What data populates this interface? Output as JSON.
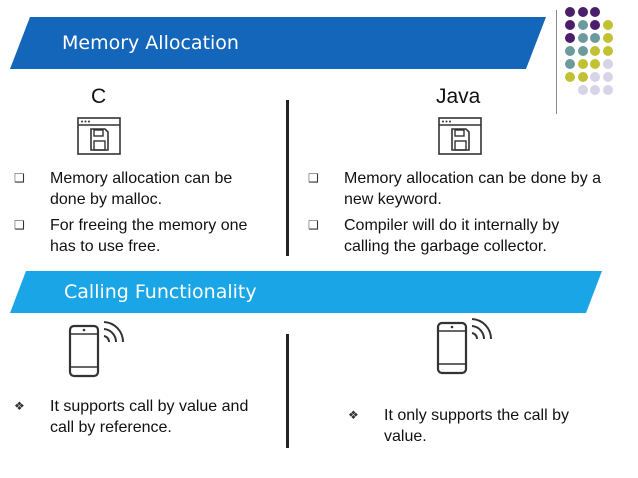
{
  "slide": {
    "section1_title": "Memory Allocation",
    "section2_title": "Calling Functionality",
    "left_heading": "C",
    "right_heading": "Java",
    "left_memory_bullets": [
      "Memory allocation can be done by malloc.",
      "For freeing the memory one has to use free."
    ],
    "right_memory_bullets": [
      "Memory allocation can be done by a new keyword.",
      "Compiler will do it internally by calling the garbage collector."
    ],
    "left_call_bullets": [
      "It supports call by value and call by reference."
    ],
    "right_call_bullets": [
      "It only supports the call by value."
    ],
    "bullet_mark_square": "❑",
    "bullet_mark_diamond": "❖"
  },
  "icons": {
    "memory": "floppy-window-icon",
    "call": "phone-signal-icon"
  },
  "colors": {
    "banner_dark": "#1366b9",
    "banner_light": "#1aa5e6",
    "purple": "#4a1e6b",
    "teal": "#6b9b9c",
    "olive": "#c1c134",
    "lavender": "#d6d4e6"
  }
}
